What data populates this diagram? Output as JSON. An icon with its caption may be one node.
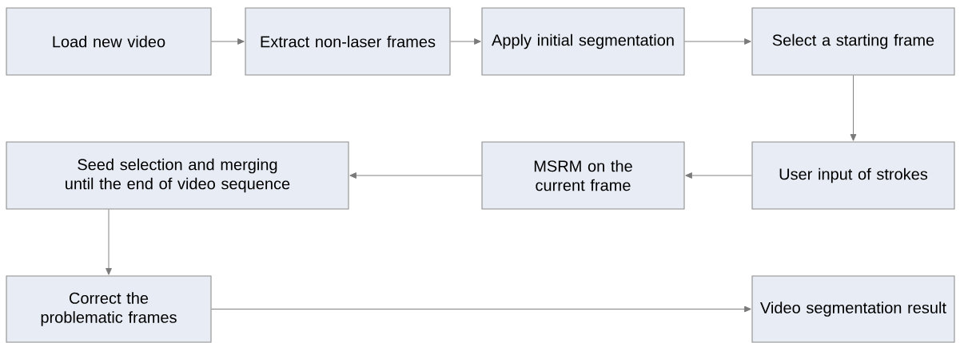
{
  "diagram": {
    "nodes": [
      {
        "text": [
          "Load new video"
        ]
      },
      {
        "text": [
          "Extract non-laser frames"
        ]
      },
      {
        "text": [
          "Apply initial segmentation"
        ]
      },
      {
        "text": [
          "Select a starting frame"
        ]
      },
      {
        "text": [
          "Seed selection and merging until the end of video sequence"
        ]
      },
      {
        "text": [
          "MSRM on the current frame"
        ]
      },
      {
        "text": [
          "User input of strokes"
        ]
      },
      {
        "text": [
          "Correct the problematic frames"
        ]
      },
      {
        "text": [
          "Video segmentation result"
        ]
      }
    ],
    "edges": [
      {
        "from": 0,
        "to": 1,
        "arrow": "to"
      },
      {
        "from": 1,
        "to": 2,
        "arrow": "to"
      },
      {
        "from": 2,
        "to": 3,
        "arrow": "to"
      },
      {
        "from": 3,
        "to": 6,
        "arrow": "to"
      },
      {
        "from": 6,
        "to": 5,
        "arrow": "to"
      },
      {
        "from": 5,
        "to": 4,
        "arrow": "to"
      },
      {
        "from": 4,
        "to": 7,
        "arrow": "to"
      },
      {
        "from": 7,
        "to": 8,
        "arrow": "to"
      }
    ]
  }
}
